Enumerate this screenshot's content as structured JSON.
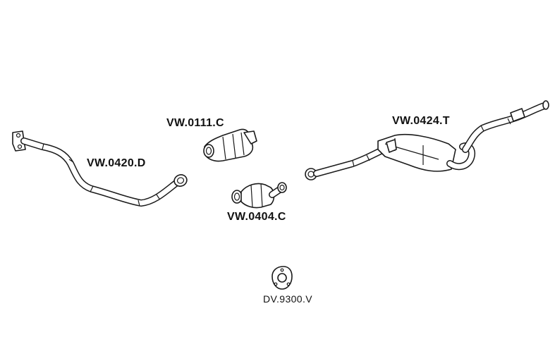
{
  "parts": [
    {
      "code": "VW.0420.D",
      "kind": "front-pipe"
    },
    {
      "code": "VW.0111.C",
      "kind": "catalytic-converter"
    },
    {
      "code": "VW.0404.C",
      "kind": "catalytic-converter"
    },
    {
      "code": "VW.0424.T",
      "kind": "rear-silencer-with-tailpipe"
    },
    {
      "code": "DV.9300.V",
      "kind": "gasket"
    }
  ],
  "colors": {
    "line": "#1a1a1a",
    "background": "#ffffff"
  }
}
